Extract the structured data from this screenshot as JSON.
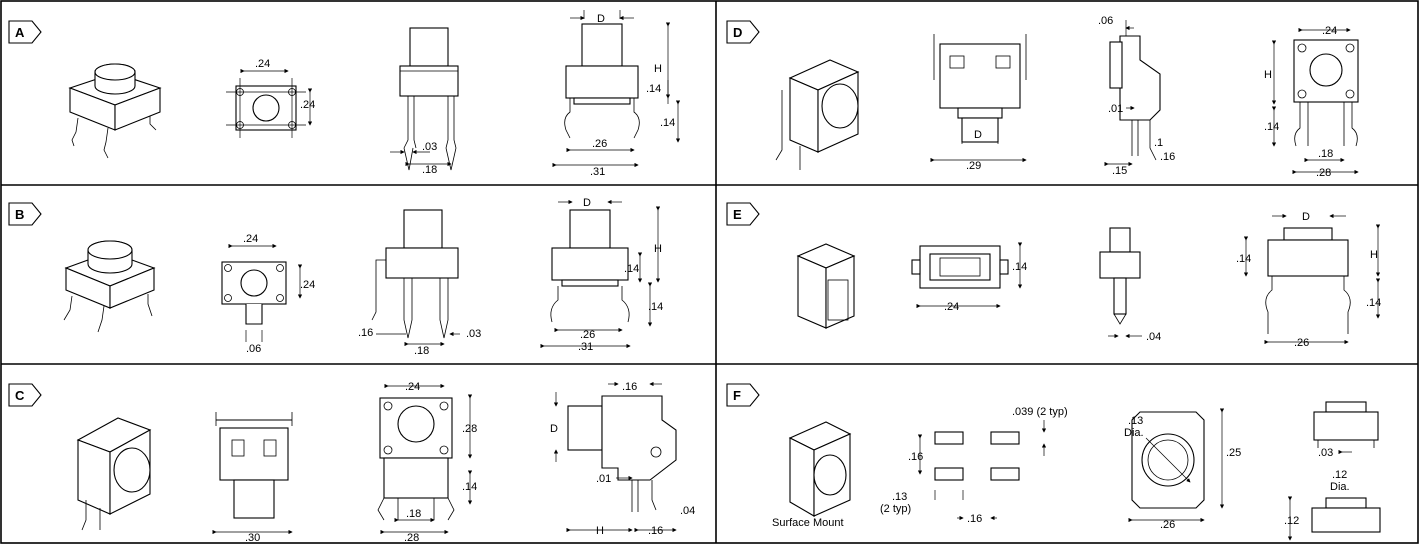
{
  "panels": {
    "A": {
      "label": "A",
      "dims": [
        ".24",
        ".24",
        "D",
        "H",
        ".14",
        ".14",
        ".03",
        ".18",
        ".26",
        ".31"
      ]
    },
    "B": {
      "label": "B",
      "dims": [
        ".24",
        ".24",
        ".06",
        "D",
        "H",
        ".14",
        ".14",
        ".16",
        ".18",
        ".03",
        ".26",
        ".31"
      ]
    },
    "C": {
      "label": "C",
      "dims": [
        ".24",
        ".28",
        ".14",
        ".18",
        ".28",
        ".30",
        ".16",
        "D",
        ".01",
        ".04",
        "H",
        ".16"
      ]
    },
    "D": {
      "label": "D",
      "dims": [
        "D",
        ".29",
        ".06",
        ".01",
        ".1",
        ".16",
        ".15",
        ".24",
        "H",
        ".14",
        ".18",
        ".28"
      ]
    },
    "E": {
      "label": "E",
      "dims": [
        ".14",
        ".24",
        ".04",
        "D",
        ".14",
        "H",
        ".14",
        ".26"
      ]
    },
    "F": {
      "label": "F",
      "caption": "Surface Mount",
      "dims": [
        ".16",
        ".039 (2 typ)",
        ".13",
        "(2 typ)",
        ".16",
        ".13",
        "Dia.",
        ".25",
        ".26",
        ".03",
        ".12",
        "Dia.",
        ".12"
      ]
    }
  }
}
